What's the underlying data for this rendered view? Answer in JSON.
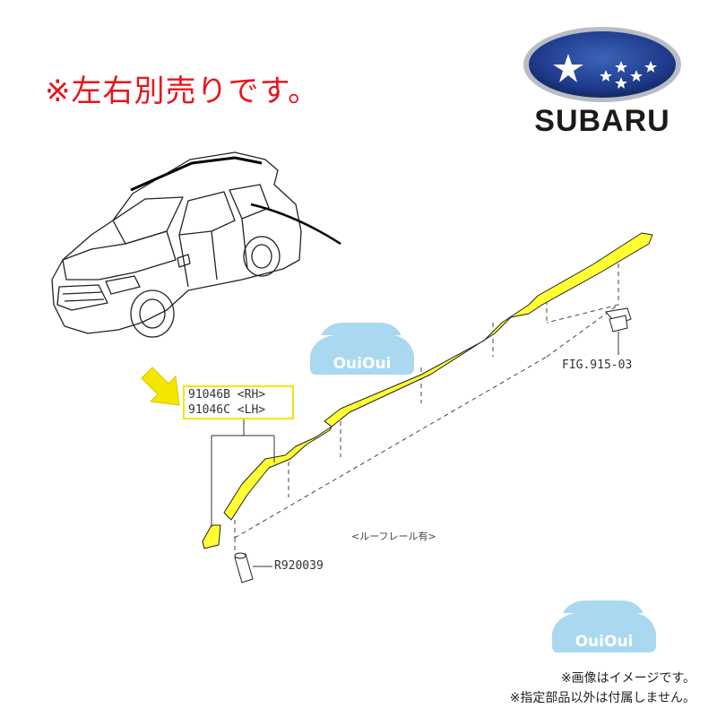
{
  "note": "※左右別売りです。",
  "brand": {
    "name": "SUBARU"
  },
  "part_numbers": [
    "91046B <RH>",
    "91046C <LH>"
  ],
  "figure_ref": "FIG.915-03",
  "clip_ref": "R920039",
  "variant_note": "<ルーフレール有>",
  "watermark": "OuiOui",
  "footer": {
    "line1": "※画像はイメージです。",
    "line2": "※指定部品以外は付属しません。"
  },
  "colors": {
    "note_red": "#e8141c",
    "highlight_yellow": "#ffff33",
    "arrow_yellow": "#f5e600",
    "logo_blue": "#1e3a8a",
    "watermark_blue": "#a9d8f0"
  }
}
